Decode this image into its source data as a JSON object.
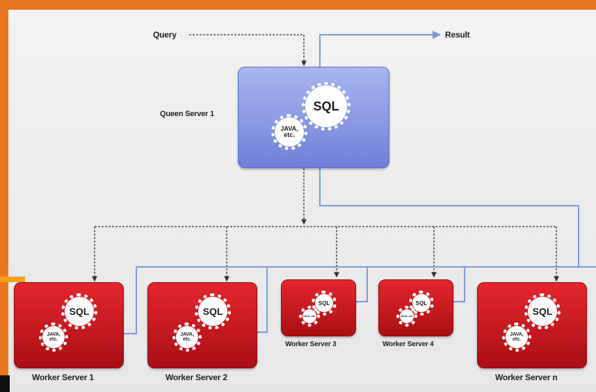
{
  "query_label": "Query",
  "result_label": "Result",
  "queen": {
    "name": "Queen Server 1",
    "gear_main": "SQL",
    "gear_small": "JAVA, etc."
  },
  "workers": [
    {
      "name": "Worker Server 1",
      "gear_main": "SQL",
      "gear_small": "JAVA, etc."
    },
    {
      "name": "Worker Server 2",
      "gear_main": "SQL",
      "gear_small": "JAVA, etc."
    },
    {
      "name": "Worker Server 3",
      "gear_main": "SQL",
      "gear_small": "JAVA, etc."
    },
    {
      "name": "Worker Server 4",
      "gear_main": "SQL",
      "gear_small": "JAVA, etc."
    },
    {
      "name": "Worker Server n",
      "gear_main": "SQL",
      "gear_small": "JAVA, etc."
    }
  ],
  "colors": {
    "frame": "#e8771f",
    "queen": "#8c9be3",
    "worker": "#c8181d",
    "flow_line": "#7f9ad6"
  }
}
